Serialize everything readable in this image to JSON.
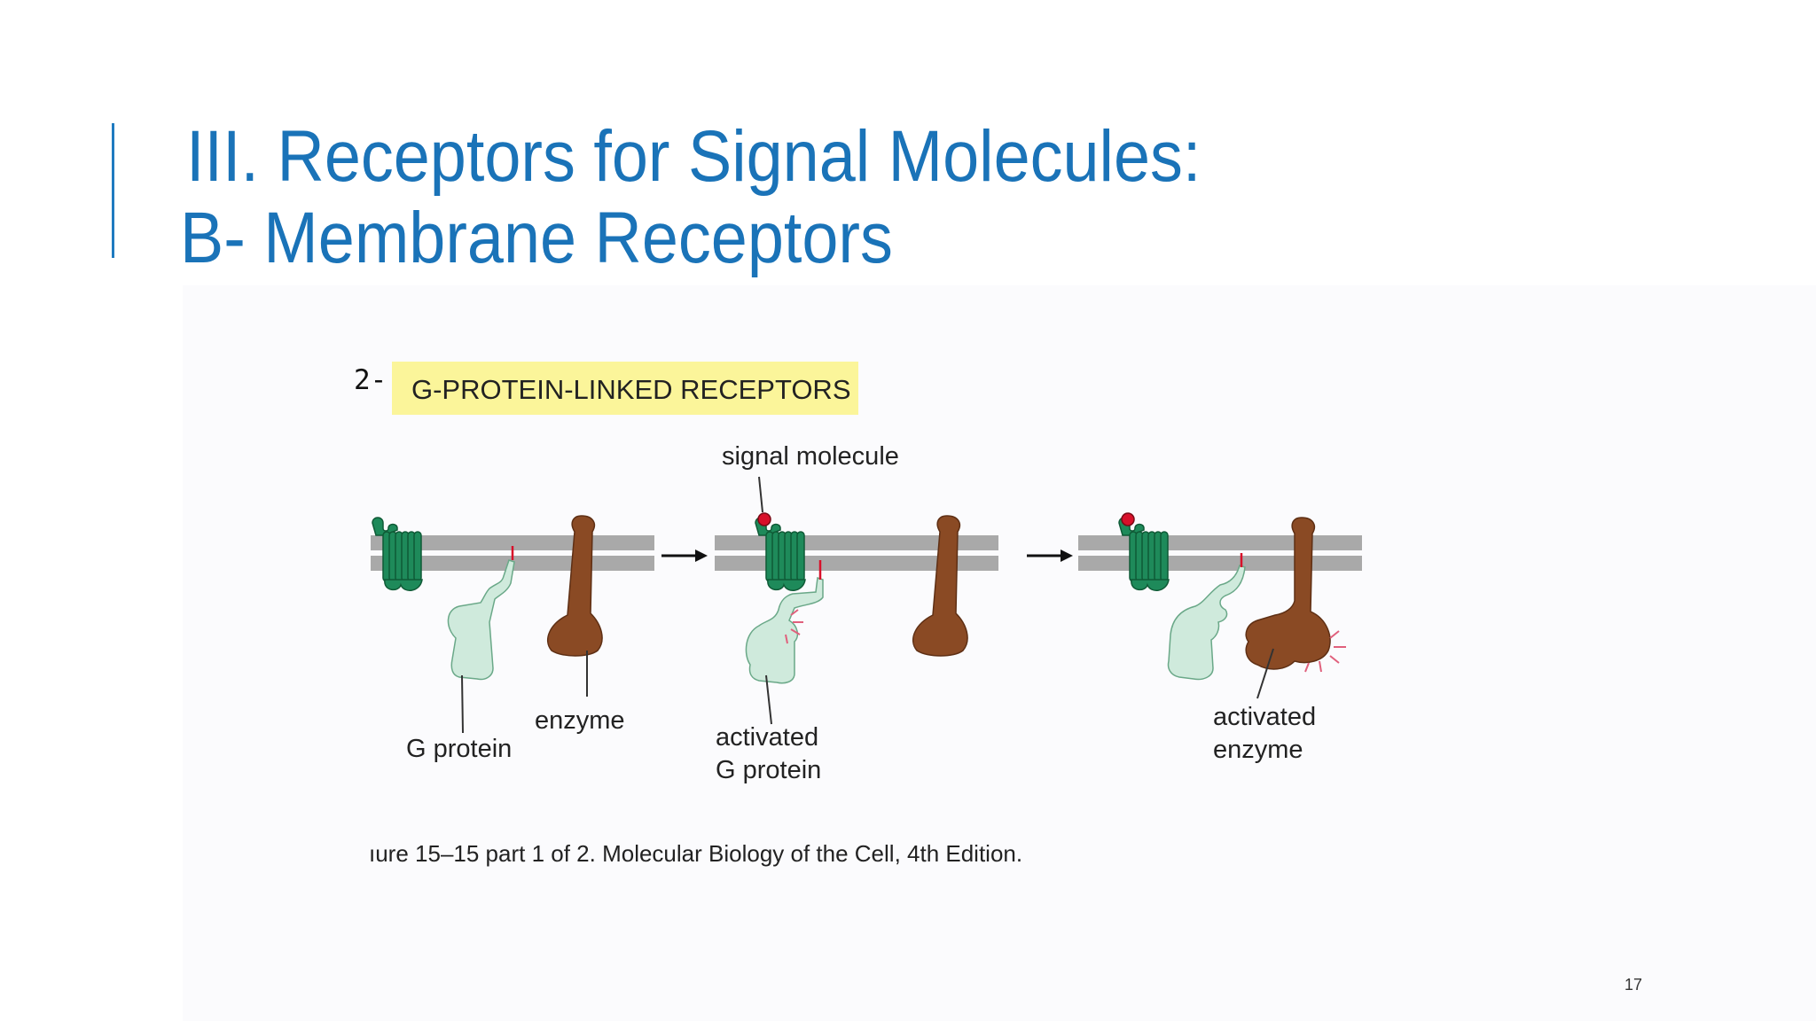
{
  "slide": {
    "title_line1": "III. Receptors for Signal Molecules:",
    "title_line2": "B- Membrane Receptors",
    "page_number": "17",
    "accent_color": "#1a73b8"
  },
  "figure": {
    "number_prefix": "2-",
    "heading": "G-PROTEIN-LINKED RECEPTORS",
    "heading_highlight_color": "#fbf59a",
    "labels": {
      "signal_molecule": "signal molecule",
      "enzyme": "enzyme",
      "g_protein": "G protein",
      "activated_line1": "activated",
      "activated_g_protein_line2": "G protein",
      "activated_enzyme_line1": "activated",
      "activated_enzyme_line2": "enzyme"
    },
    "caption": "ıure 15–15 part 1 of 2. Molecular Biology of the Cell, 4th Edition.",
    "colors": {
      "receptor": "#1e8a5a",
      "g_protein": "#cfeadc",
      "enzyme": "#8a4a24",
      "membrane": "#a9a9a9",
      "signal": "#d8102a"
    }
  }
}
